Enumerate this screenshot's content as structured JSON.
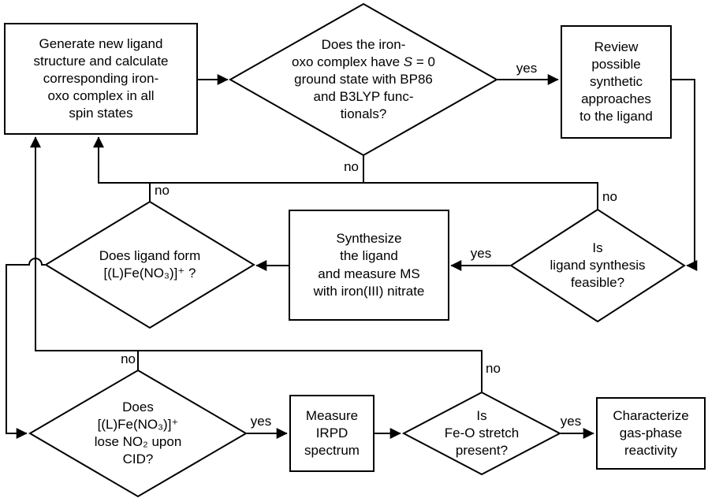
{
  "figure": {
    "type": "flowchart",
    "colors": {
      "line": "#000000",
      "background": "#ffffff",
      "text": "#000000"
    }
  },
  "nodes": {
    "generate": {
      "lines": [
        "Generate new ligand",
        "structure and calculate",
        "corresponding iron-",
        "oxo complex in all",
        "spin states"
      ]
    },
    "s0": {
      "line1": "Does the iron-",
      "line2_pre": "oxo complex have ",
      "line2_italic": "S",
      "line2_post": " = 0",
      "line3": "ground state with BP86",
      "line4": "and B3LYP func-",
      "line5": "tionals?"
    },
    "review": {
      "lines": [
        "Review",
        "possible",
        "synthetic",
        "approaches",
        "to the ligand"
      ]
    },
    "feasible": {
      "lines": [
        "Is",
        "ligand synthesis",
        "feasible?"
      ]
    },
    "synthesize": {
      "lines": [
        "Synthesize",
        "the ligand",
        "and measure MS",
        "with iron(III) nitrate"
      ]
    },
    "forms": {
      "lines": [
        "Does ligand form",
        "[(L)Fe(NO₃)]⁺ ?"
      ]
    },
    "cid": {
      "lines": [
        "Does",
        "[(L)Fe(NO₃)]⁺",
        "lose NO₂ upon",
        "CID?"
      ]
    },
    "irpd": {
      "lines": [
        "Measure",
        "IRPD",
        "spectrum"
      ]
    },
    "feo": {
      "lines": [
        "Is",
        "Fe-O stretch",
        "present?"
      ]
    },
    "characterize": {
      "lines": [
        "Characterize",
        "gas-phase",
        "reactivity"
      ]
    }
  },
  "edges": {
    "s0_yes": "yes",
    "s0_no": "no",
    "feasible_yes": "yes",
    "feasible_no": "no",
    "forms_no": "no",
    "cid_yes": "yes",
    "cid_no": "no",
    "feo_yes": "yes",
    "feo_no": "no"
  }
}
